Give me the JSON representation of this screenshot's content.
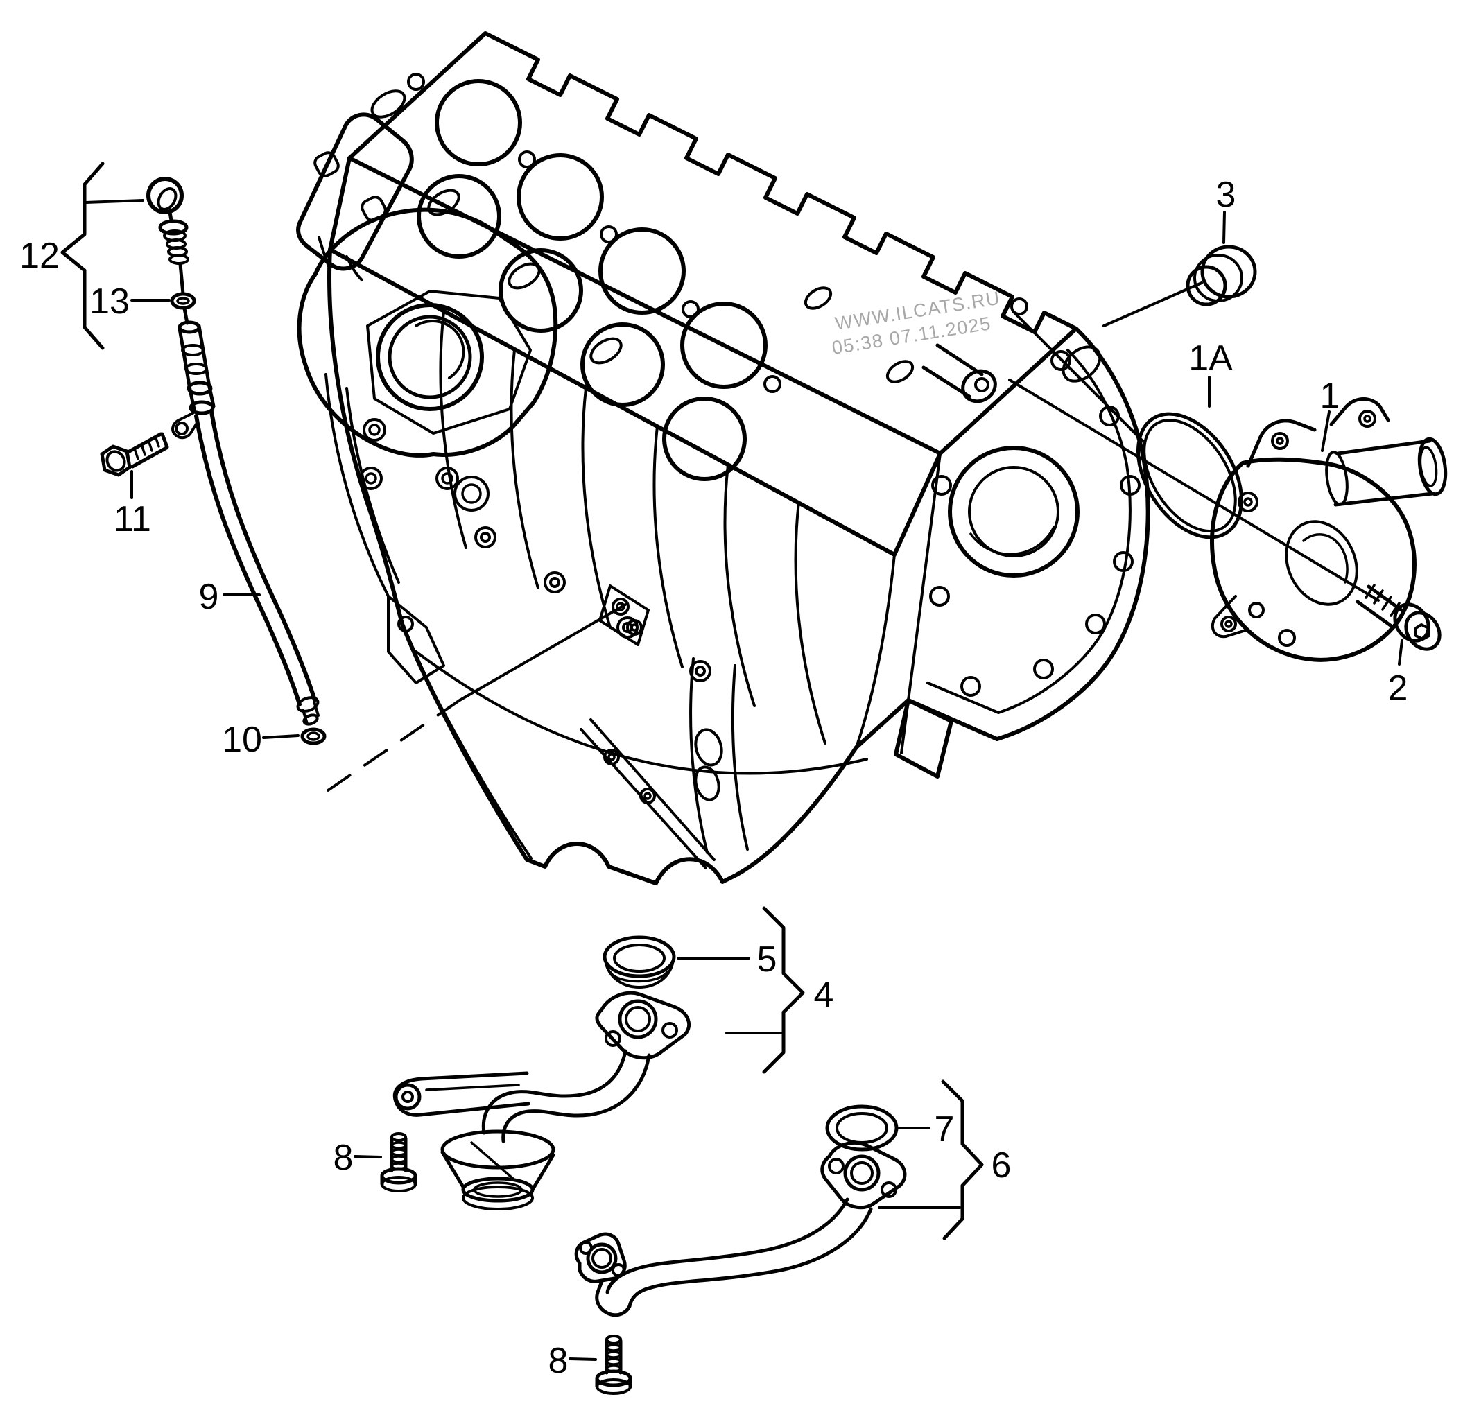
{
  "page": {
    "background": "#ffffff",
    "line_color": "#000000",
    "type": "exploded-parts-diagram"
  },
  "watermark": {
    "line1": "WWW.ILCATS.RU",
    "line2": "05:38 07.11.2025",
    "color": "#a8a8a8"
  },
  "callouts": {
    "c1": "1",
    "c1a": "1A",
    "c2": "2",
    "c3": "3",
    "c4": "4",
    "c5": "5",
    "c6": "6",
    "c7": "7",
    "c8a": "8",
    "c8b": "8",
    "c9": "9",
    "c10": "10",
    "c11": "11",
    "c12": "12",
    "c13": "13"
  }
}
